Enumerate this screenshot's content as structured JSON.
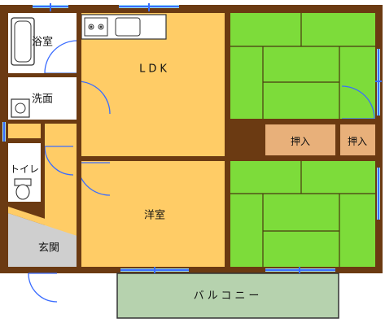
{
  "colors": {
    "wall": "#6b3a12",
    "floor_wood": "#ffcc66",
    "tatami": "#7ddc3a",
    "storage": "#e8b07a",
    "entrance": "#cfcfcf",
    "balcony": "#b6d2ae",
    "water": "#ffffff",
    "window": "#3a6cff",
    "sash": "#9fe3f5"
  },
  "rooms": {
    "bath": "浴室",
    "washroom": "洗面",
    "ldk": "LDK",
    "toilet": "トイレ",
    "entrance": "玄関",
    "western": "洋室",
    "closet_left": "押入",
    "closet_right": "押入",
    "balcony": "バルコニー"
  }
}
